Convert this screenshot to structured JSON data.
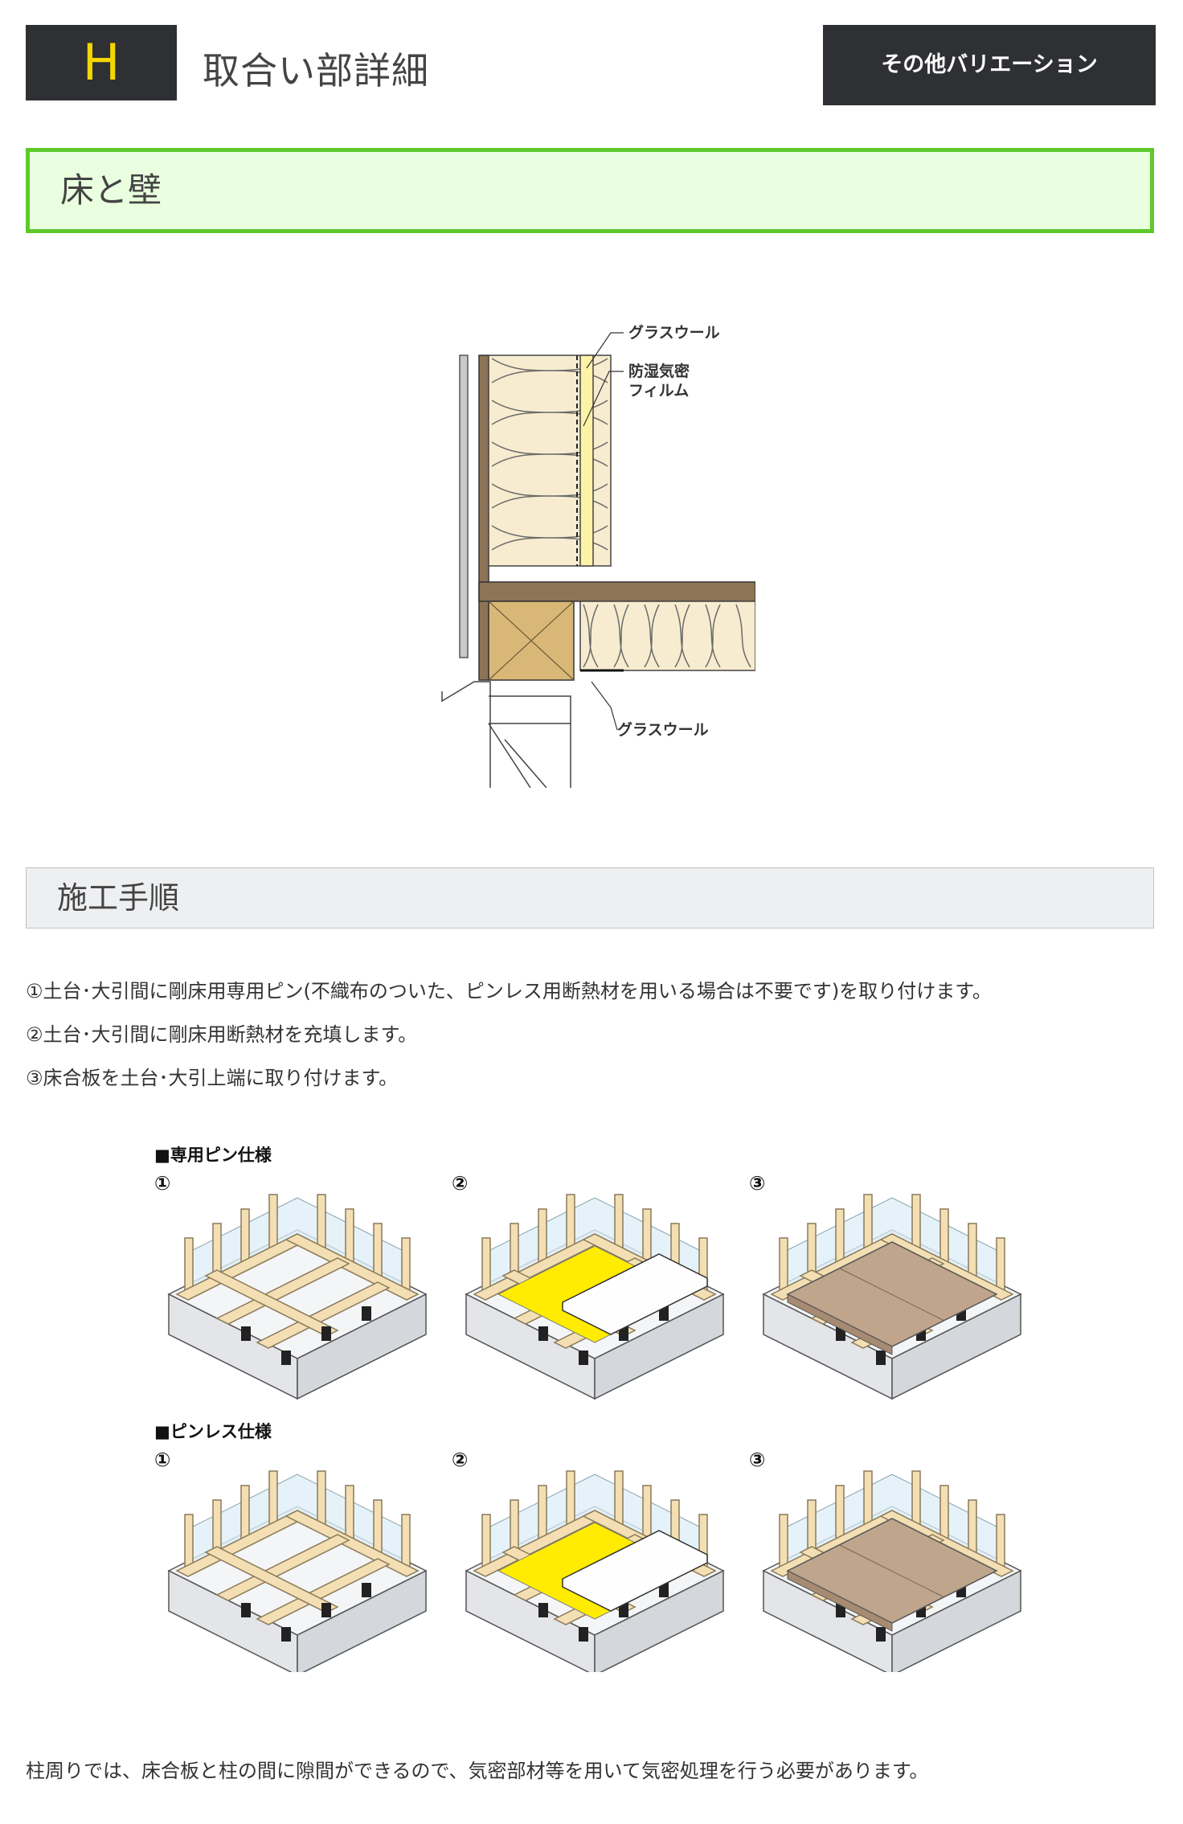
{
  "header": {
    "badge": "H",
    "title": "取合い部詳細",
    "variation_button": "その他バリエーション"
  },
  "section": {
    "title": "床と壁"
  },
  "detail_figure": {
    "labels": {
      "glass_wool_top": "グラスウール",
      "vapor_barrier_line1": "防湿気密",
      "vapor_barrier_line2": "フィルム",
      "glass_wool_bottom": "グラスウール"
    }
  },
  "procedure": {
    "title": "施工手順",
    "steps": [
      "①土台･大引間に剛床用専用ピン(不織布のついた、ピンレス用断熱材を用いる場合は不要です)を取り付けます。",
      "②土台･大引間に剛床用断熱材を充填します。",
      "③床合板を土台･大引上端に取り付けます。"
    ]
  },
  "illustrations": {
    "pin_spec_label": "■専用ピン仕様",
    "pinless_spec_label": "■ピンレス仕様",
    "step_numbers": [
      "①",
      "②",
      "③"
    ]
  },
  "note": "柱周りでは、床合板と柱の間に隙間ができるので、気密部材等を用いて気密処理を行う必要があります。",
  "colors": {
    "badge_bg": "#2f3033",
    "badge_letter": "#f3d600",
    "section_border": "#5ec92b",
    "section_bg": "#eaffdf",
    "insulation_yellow": "#ffec00",
    "plywood": "#bfa58c",
    "timber": "#f1dcb6"
  }
}
